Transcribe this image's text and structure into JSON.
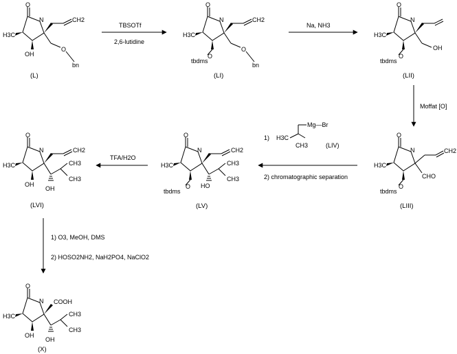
{
  "compounds": {
    "L": {
      "label": "(L)",
      "top": "O",
      "n": "N",
      "vinyl": "CH2",
      "me": "H3C",
      "o3": "OH",
      "sidechain": "bn",
      "sideO": "O"
    },
    "LI": {
      "label": "(LI)",
      "top": "O",
      "n": "N",
      "vinyl": "CH2",
      "me": "H3C",
      "o3": "O",
      "o3sub": "tbdms",
      "sidechain": "bn",
      "sideO": "O"
    },
    "LII": {
      "label": "(LII)",
      "top": "O",
      "n": "N",
      "me": "H3C",
      "o3": "O",
      "o3sub": "tbdms",
      "side": "OH"
    },
    "LIII": {
      "label": "(LIII)",
      "top": "O",
      "n": "N",
      "vinyl": "CH2",
      "me": "H3C",
      "o3": "O",
      "o3sub": "tbdms",
      "side": "CHO"
    },
    "LV": {
      "label": "(LV)",
      "top": "O",
      "n": "N",
      "vinyl": "CH2",
      "me": "H3C",
      "o3": "O",
      "o3sub": "tbdms",
      "oh": "HO",
      "ch3a": "CH3",
      "ch3b": "CH3"
    },
    "LVI": {
      "label": "(LVI)",
      "top": "O",
      "n": "N",
      "vinyl": "CH2",
      "me": "H3C",
      "o3": "OH",
      "oh": "OH",
      "ch3a": "CH3",
      "ch3b": "CH3"
    },
    "X": {
      "label": "(X)",
      "top": "O",
      "n": "N",
      "cooh": "COOH",
      "me": "H3C",
      "o3": "OH",
      "oh": "OH",
      "ch3a": "CH3",
      "ch3b": "CH3"
    }
  },
  "reagents": {
    "r1": {
      "above": "TBSOTf",
      "below": "2,6-lutidine"
    },
    "r2": {
      "above": "Na, NH3"
    },
    "r3": {
      "right": "Moffat [O]"
    },
    "r4": {
      "step1": "1)",
      "grignard_h3c": "H3C",
      "grignard_mg": "Mg—Br",
      "grignard_ch3": "CH3",
      "grignard_label": "(LIV)",
      "step2": "2) chromatographic separation"
    },
    "r5": {
      "above": "TFA/H2O"
    },
    "r6": {
      "step1": "1) O3, MeOH, DMS",
      "step2": "2) HOSO2NH2, NaH2PO4, NaClO2"
    }
  }
}
